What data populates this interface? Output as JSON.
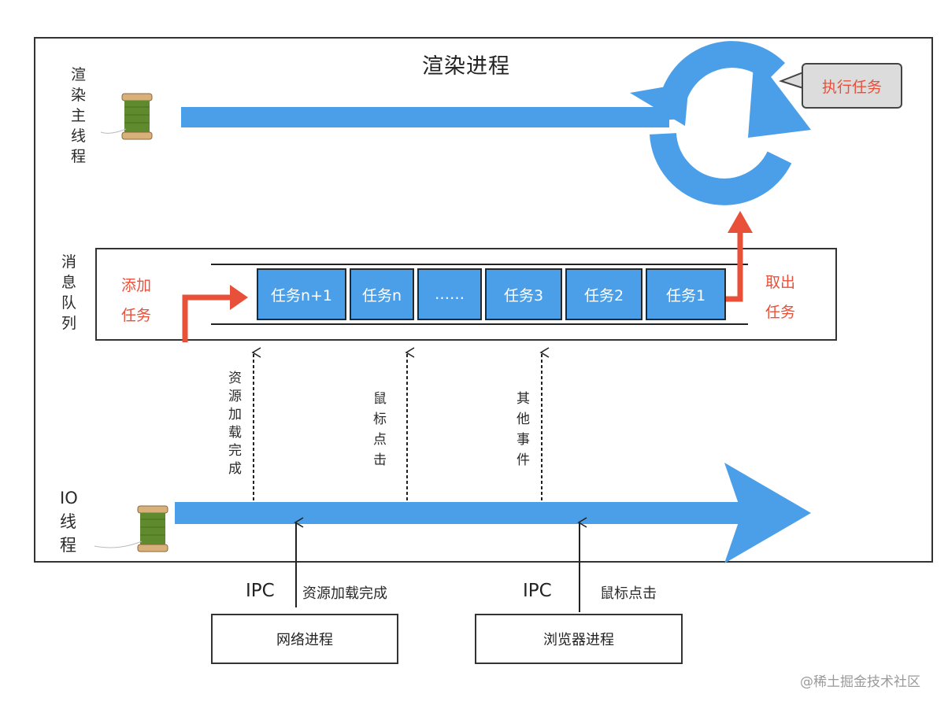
{
  "title": "渲染进程",
  "main_thread_label": [
    "渲",
    "染",
    "主",
    "线",
    "程"
  ],
  "io_thread_label": [
    "IO",
    "线",
    "程"
  ],
  "queue_label": [
    "消",
    "息",
    "队",
    "列"
  ],
  "add_task_label": [
    "添加",
    "任务"
  ],
  "take_task_label": [
    "取出",
    "任务"
  ],
  "execute_task_label": "执行任务",
  "tasks": [
    "任务n+1",
    "任务n",
    "……",
    "任务3",
    "任务2",
    "任务1"
  ],
  "event_labels": [
    {
      "chars": [
        "资",
        "源",
        "加",
        "载",
        "完",
        "成"
      ]
    },
    {
      "chars": [
        "鼠",
        "标",
        "点",
        "击"
      ]
    },
    {
      "chars": [
        "其",
        "他",
        "事",
        "件"
      ]
    }
  ],
  "ipc_left": {
    "ipc": "IPC",
    "text": "资源加载完成"
  },
  "ipc_right": {
    "ipc": "IPC",
    "text": "鼠标点击"
  },
  "network_process": "网络进程",
  "browser_process": "浏览器进程",
  "watermark": "@稀土掘金技术社区",
  "colors": {
    "blue": "#4a9fe8",
    "red": "#e8503a",
    "outline": "#333333"
  }
}
